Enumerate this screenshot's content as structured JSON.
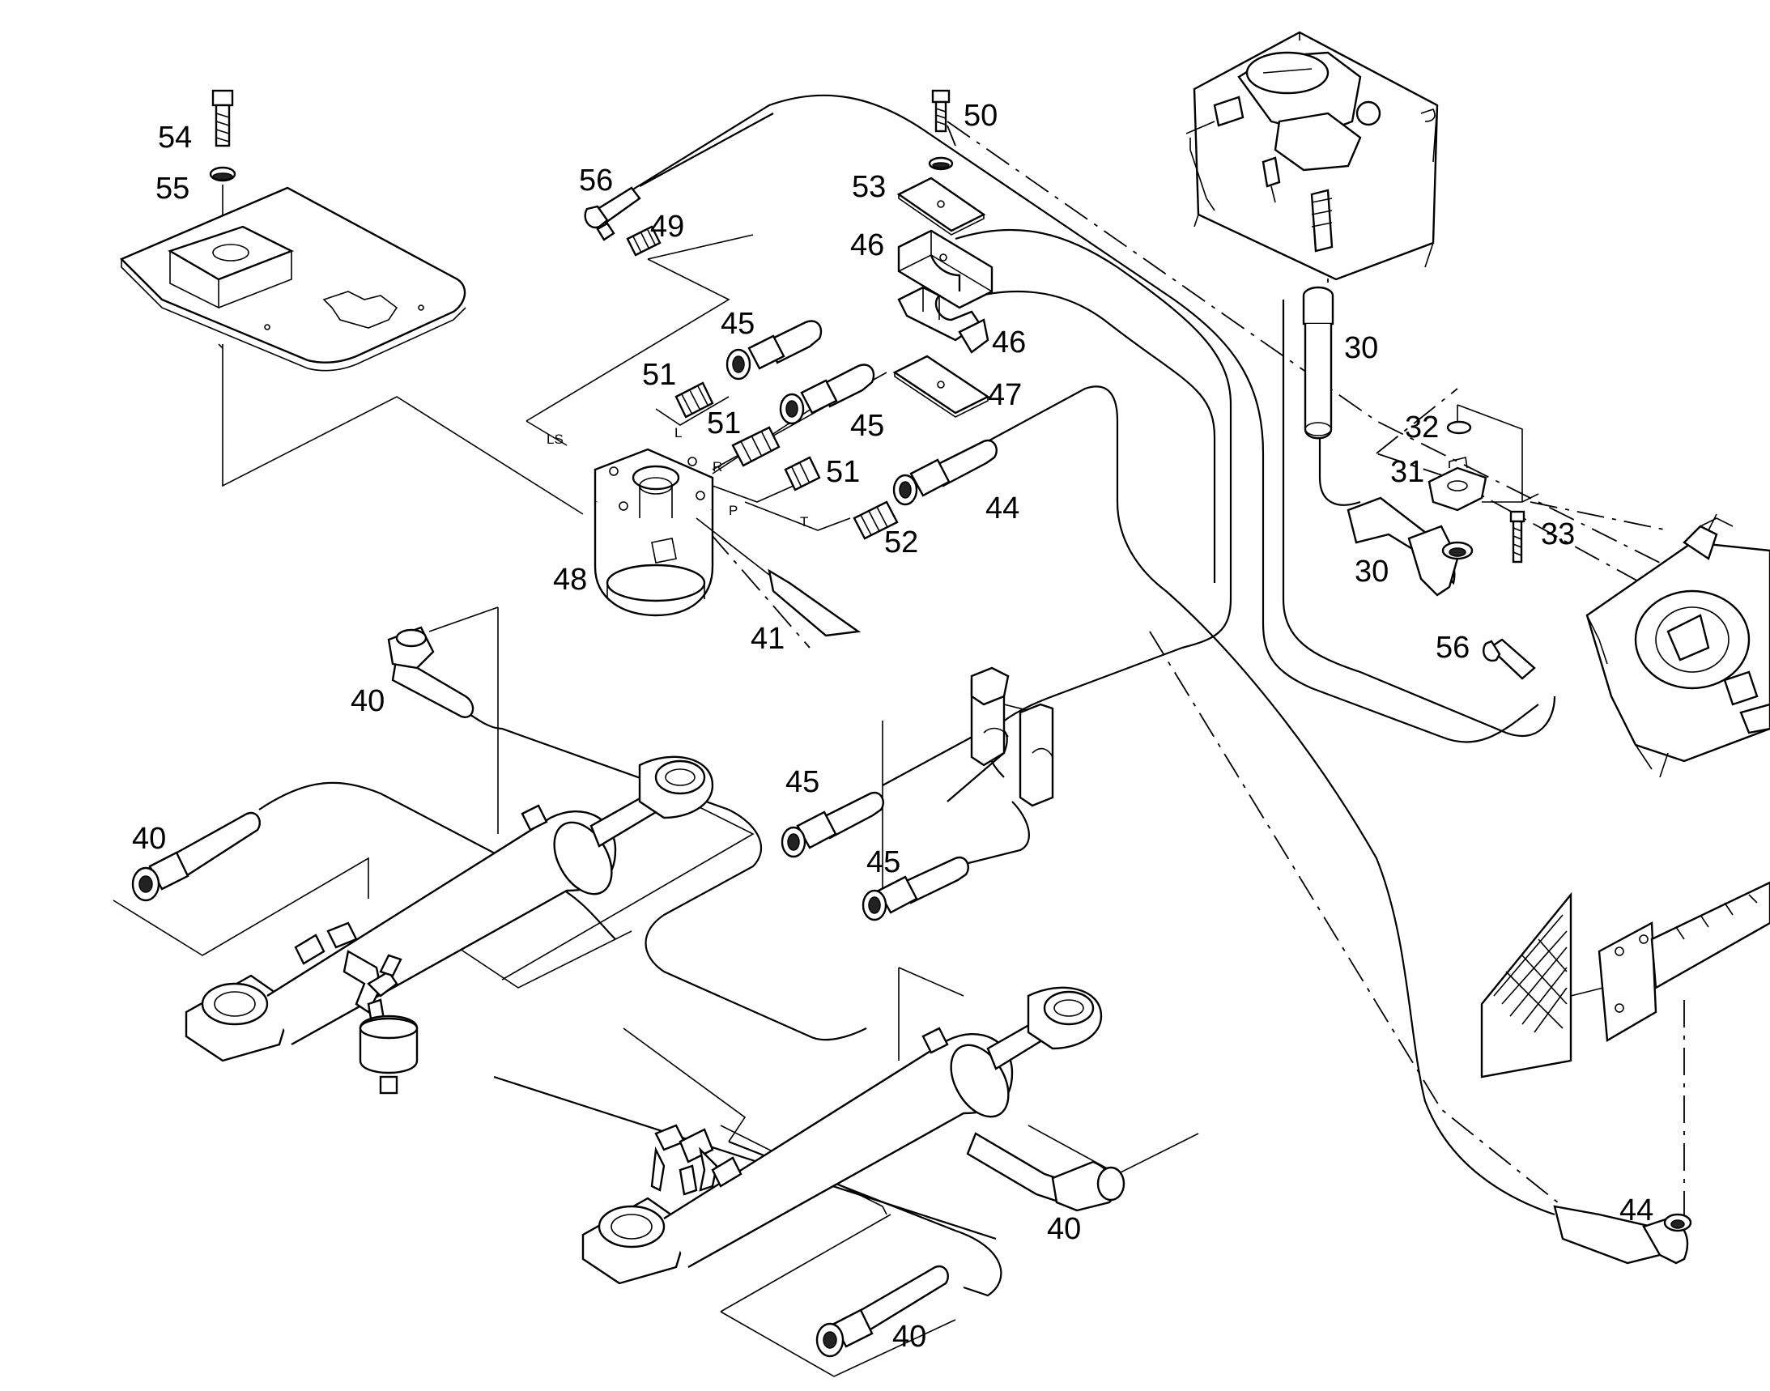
{
  "diagram": {
    "callouts": {
      "c54": "54",
      "c55": "55",
      "c56a": "56",
      "c49": "49",
      "c50": "50",
      "c53": "53",
      "c46a": "46",
      "c46b": "46",
      "c47": "47",
      "c45a": "45",
      "c45b": "45",
      "c45c": "45",
      "c45d": "45",
      "c51a": "51",
      "c51b": "51",
      "c51c": "51",
      "c52": "52",
      "c44a": "44",
      "c44b": "44",
      "c48": "48",
      "c41": "41",
      "c30a": "30",
      "c30b": "30",
      "c32": "32",
      "c31": "31",
      "c33": "33",
      "c56b": "56",
      "c40a": "40",
      "c40b": "40",
      "c40c": "40",
      "c40d": "40"
    },
    "ports": {
      "ls": "LS",
      "l": "L",
      "r": "R",
      "p": "P",
      "t": "T"
    }
  }
}
